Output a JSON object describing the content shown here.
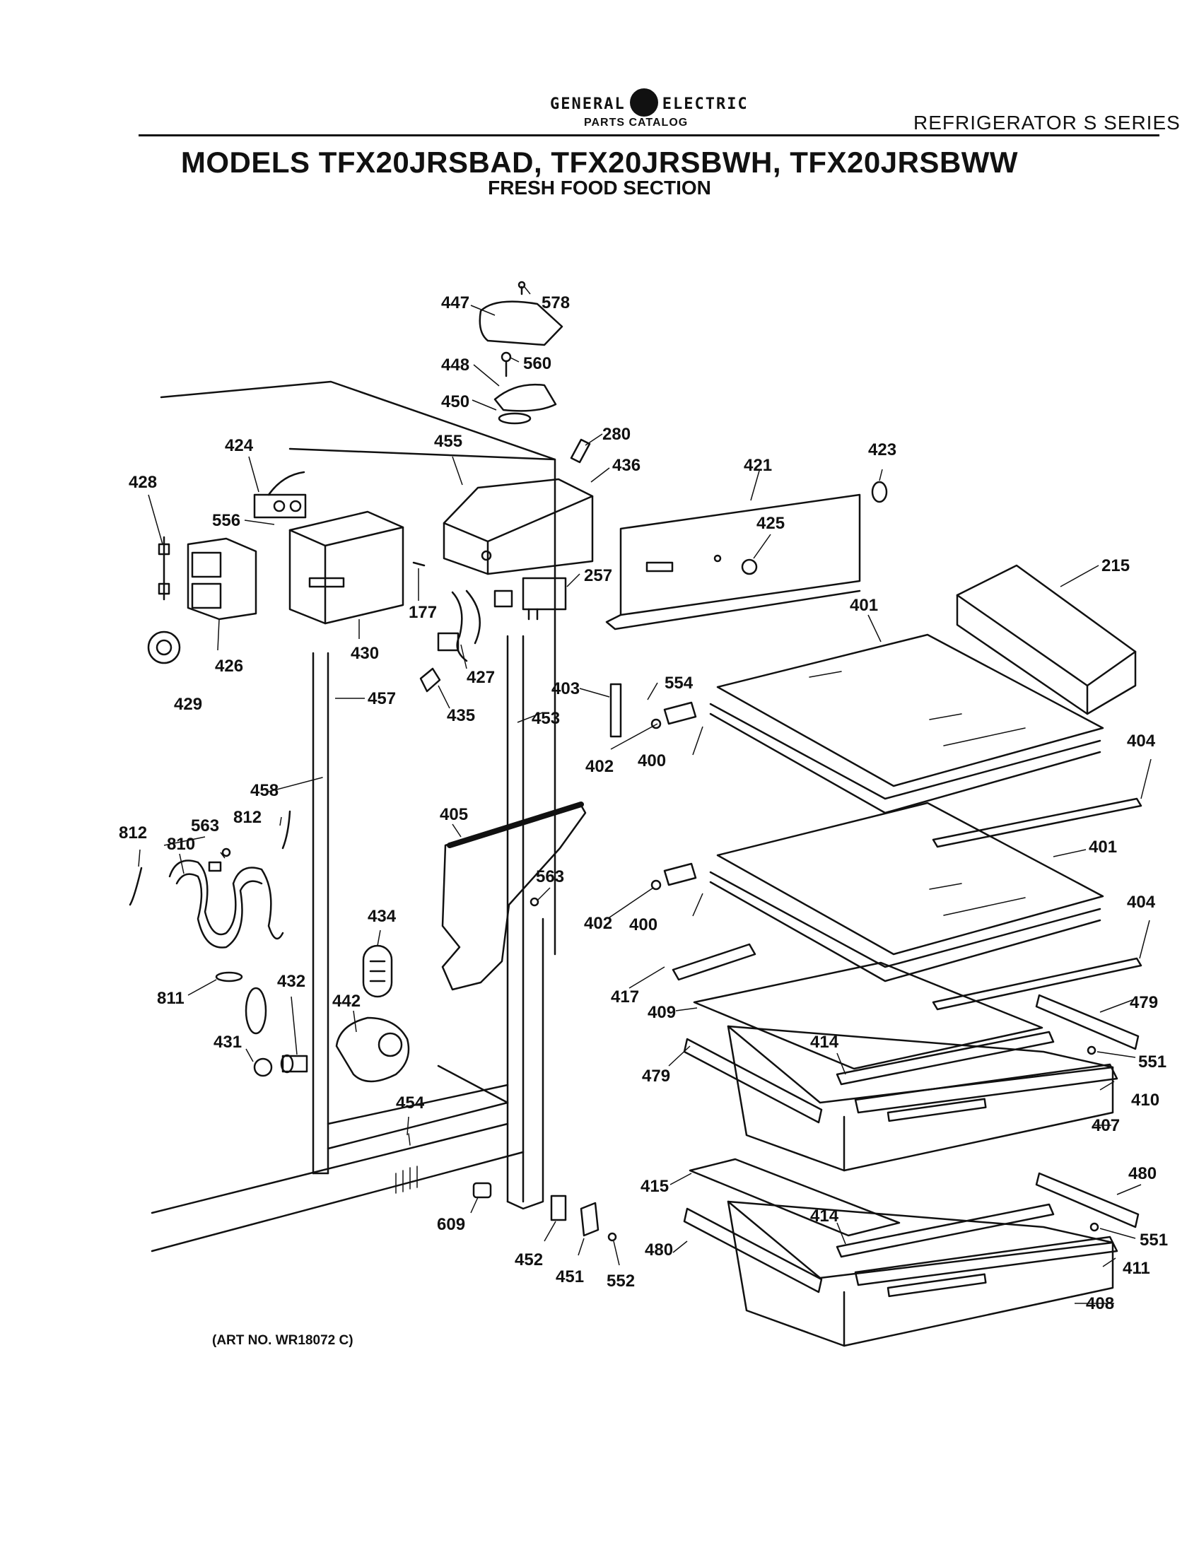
{
  "header": {
    "brand_left": "GENERAL",
    "brand_right": "ELECTRIC",
    "catalog": "PARTS CATALOG",
    "series": "REFRIGERATOR S SERIES"
  },
  "title": "MODELS TFX20JRSBAD, TFX20JRSBWH, TFX20JRSBWW",
  "subtitle": "FRESH FOOD SECTION",
  "art_no": "(ART NO. WR18072 C)",
  "labels": {
    "p447": "447",
    "p578": "578",
    "p448": "448",
    "p560": "560",
    "p450": "450",
    "p280": "280",
    "p424": "424",
    "p455": "455",
    "p436": "436",
    "p421": "421",
    "p423": "423",
    "p428": "428",
    "p556": "556",
    "p425": "425",
    "p215": "215",
    "p177": "177",
    "p257": "257",
    "p401a": "401",
    "p426": "426",
    "p430": "430",
    "p427": "427",
    "p429": "429",
    "p457": "457",
    "p435": "435",
    "p403": "403",
    "p554": "554",
    "p453": "453",
    "p402a": "402",
    "p400a": "400",
    "p404a": "404",
    "p458": "458",
    "p812a": "812",
    "p563a": "563",
    "p812b": "812",
    "p810": "810",
    "p405": "405",
    "p401b": "401",
    "p563b": "563",
    "p402b": "402",
    "p400b": "400",
    "p404b": "404",
    "p434": "434",
    "p432": "432",
    "p811": "811",
    "p442": "442",
    "p417": "417",
    "p479a": "479",
    "p409": "409",
    "p431": "431",
    "p414a": "414",
    "p551a": "551",
    "p479b": "479",
    "p410": "410",
    "p454": "454",
    "p407": "407",
    "p480a": "480",
    "p415": "415",
    "p414b": "414",
    "p609": "609",
    "p551b": "551",
    "p480b": "480",
    "p411": "411",
    "p452": "452",
    "p451": "451",
    "p552": "552",
    "p408": "408"
  }
}
